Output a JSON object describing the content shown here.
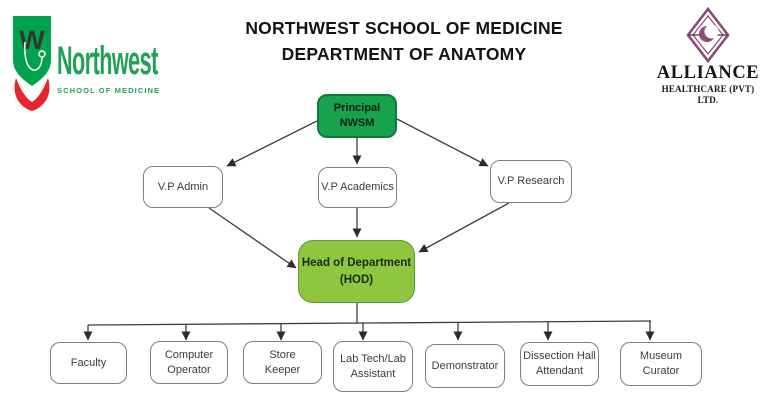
{
  "header": {
    "title_line1": "NORTHWEST SCHOOL OF MEDICINE",
    "title_line2": "DEPARTMENT OF ANATOMY"
  },
  "logo_left": {
    "monogram": "W",
    "name": "Northwest",
    "subtitle": "SCHOOL OF MEDICINE"
  },
  "logo_right": {
    "name": "ALLIANCE",
    "subtitle": "HEALTHCARE (PVT) LTD."
  },
  "org": {
    "principal": {
      "line1": "Principal",
      "line2": "NWSM"
    },
    "vps": [
      {
        "label": "V.P Admin"
      },
      {
        "label": "V.P Academics"
      },
      {
        "label": "V.P Research"
      }
    ],
    "hod": {
      "line1": "Head of Department",
      "line2": "(HOD)"
    },
    "staff": [
      {
        "line1": "Faculty",
        "line2": ""
      },
      {
        "line1": "Computer",
        "line2": "Operator"
      },
      {
        "line1": "Store",
        "line2": "Keeper"
      },
      {
        "line1": "Lab Tech/Lab",
        "line2": "Assistant"
      },
      {
        "line1": "Demonstrator",
        "line2": ""
      },
      {
        "line1": "Dissection Hall",
        "line2": "Attendant"
      },
      {
        "line1": "Museum",
        "line2": "Curator"
      }
    ],
    "hierarchy": [
      {
        "from": "Principal NWSM",
        "to": [
          "V.P Admin",
          "V.P Academics",
          "V.P Research"
        ]
      },
      {
        "from": [
          "V.P Admin",
          "V.P Academics",
          "V.P Research"
        ],
        "to": "Head of Department (HOD)"
      },
      {
        "from": "Head of Department (HOD)",
        "to": [
          "Faculty",
          "Computer Operator",
          "Store Keeper",
          "Lab Tech/Lab Assistant",
          "Demonstrator",
          "Dissection Hall Attendant",
          "Museum Curator"
        ]
      }
    ]
  },
  "colors": {
    "principal_fill": "#17a24e",
    "principal_border": "#0c7c3b",
    "hod_fill": "#8fc63f",
    "hod_border": "#5b9733",
    "white_box_border": "#7f7f7f",
    "connector_line": "#3d3d3d",
    "brand_green": "#22a156",
    "brand_red": "#e5242c",
    "alliance_purple": "#8c4b78"
  }
}
